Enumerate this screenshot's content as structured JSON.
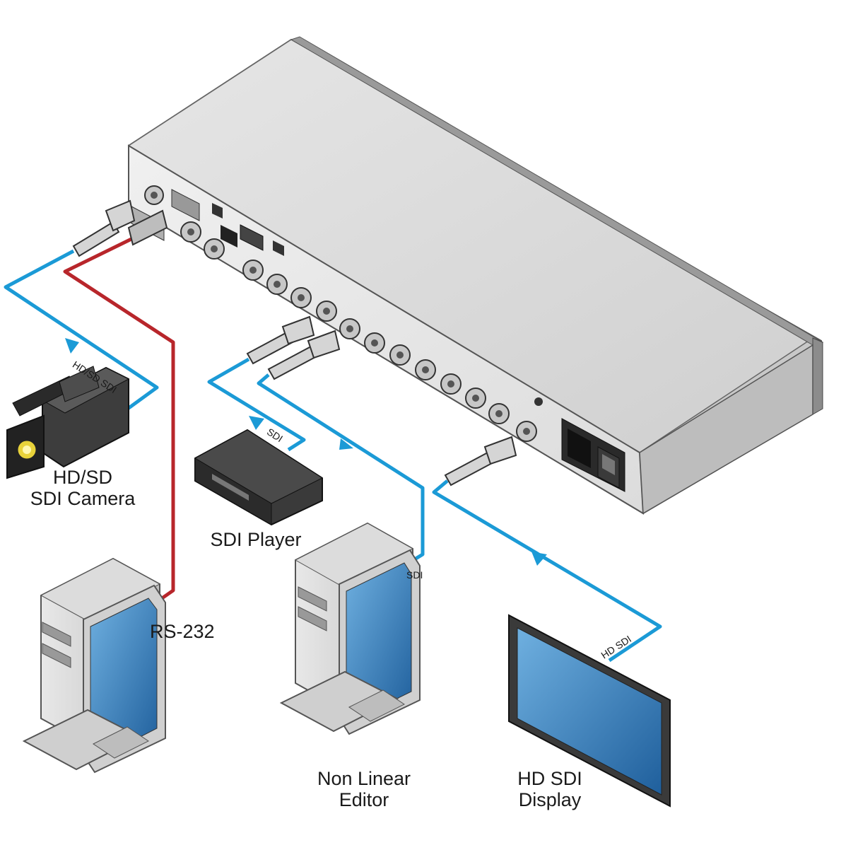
{
  "diagram": {
    "device_labels": {
      "camera": [
        "HD/SD",
        "SDI Camera"
      ],
      "player": "SDI Player",
      "editor": [
        "Non Linear",
        "Editor"
      ],
      "display": [
        "HD SDI",
        "Display"
      ],
      "rs232": "RS-232"
    },
    "cable_labels": {
      "camera_cable": "HD/SD SDI",
      "player_cable": "SDI",
      "editor_cable": "SDI",
      "display_cable": "HD SDI"
    },
    "colors": {
      "sdi_cable": "#1b9ad6",
      "rs232_cable": "#b8262b",
      "chassis_top": "#d9d9d9",
      "chassis_panel": "#e8e8e8",
      "screen": "#2f7fc0"
    }
  }
}
